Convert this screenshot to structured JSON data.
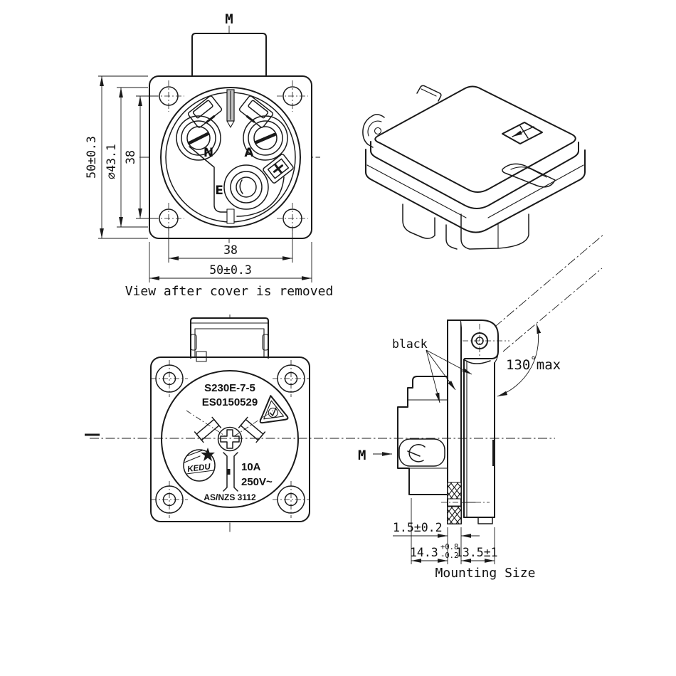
{
  "view1": {
    "caption": "View after cover is removed",
    "mirror_label": "M",
    "dim_height": "50±0.3",
    "dim_diameter": "∅43.1",
    "dim_hole_span_v": "38",
    "dim_hole_span_h": "38",
    "dim_width": "50±0.3",
    "terminal_n": "N",
    "terminal_a": "A",
    "terminal_e": "E"
  },
  "view3": {
    "model": "S230E-7-5",
    "serial": "ES0150529",
    "brand": "KEDU",
    "rating_current": "10A",
    "rating_voltage": "250V~",
    "standard": "AS/NZS 3112"
  },
  "view4": {
    "caption": "Mounting Size",
    "mirror_label": "M",
    "color_note": "black",
    "angle_value": "130",
    "angle_unit": "°",
    "angle_suffix": "max",
    "dim_panel_thickness": "1.5±0.2",
    "dim_front_depth": "14.3",
    "dim_front_tol_plus": "+0.8",
    "dim_front_tol_minus": "-0.2",
    "dim_back_depth": "13.5±1"
  }
}
